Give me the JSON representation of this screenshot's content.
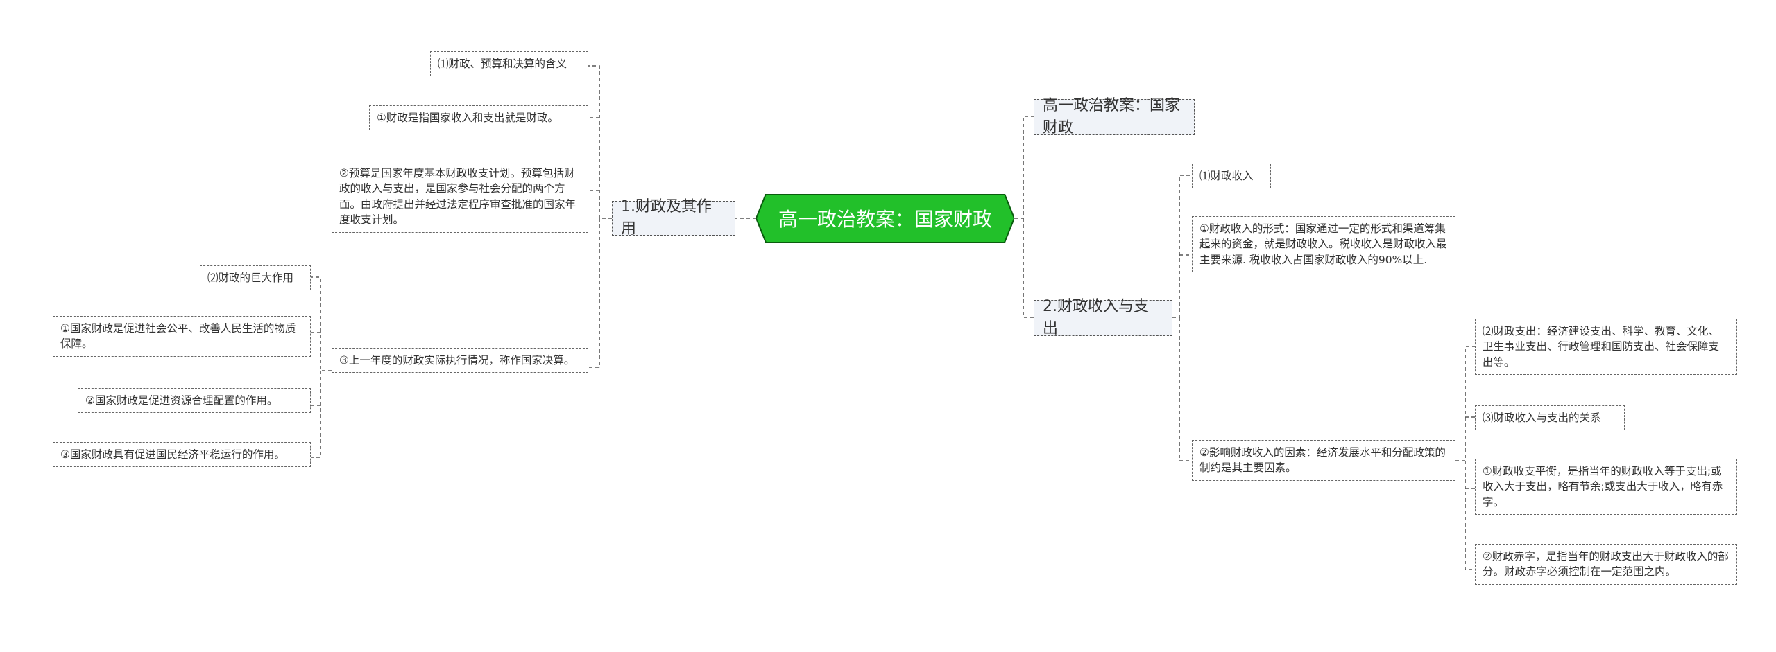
{
  "root": {
    "label": "高一政治教案：国家财政",
    "color": "#22c02a"
  },
  "left": {
    "branch1": {
      "label": "1.财政及其作用",
      "items": {
        "a": "⑴财政、预算和决算的含义",
        "b": "①财政是指国家收入和支出就是财政。",
        "c": "②预算是国家年度基本财政收支计划。预算包括财政的收入与支出，是国家参与社会分配的两个方面。由政府提出并经过法定程序审查批准的国家年度收支计划。",
        "d": "③上一年度的财政实际执行情况，称作国家决算。",
        "e": "⑵财政的巨大作用",
        "e_children": {
          "e1": "①国家财政是促进社会公平、改善人民生活的物质保障。",
          "e2": "②国家财政是促进资源合理配置的作用。",
          "e3": "③国家财政具有促进国民经济平稳运行的作用。"
        }
      }
    }
  },
  "right": {
    "branch0": {
      "label": "高一政治教案：国家财政"
    },
    "branch2": {
      "label": "2.财政收入与支出",
      "items": {
        "a": "⑴财政收入",
        "b": "①财政收入的形式：国家通过一定的形式和渠道筹集起来的资金，就是财政收入。税收收入是财政收入最主要来源. 税收收入占国家财政收入的90%以上.",
        "c": "②影响财政收入的因素：经济发展水平和分配政策的制约是其主要因素。",
        "c_children": {
          "c1": "⑵财政支出：经济建设支出、科学、教育、文化、卫生事业支出、行政管理和国防支出、社会保障支出等。",
          "c2": "⑶财政收入与支出的关系",
          "c3": "①财政收支平衡，是指当年的财政收入等于支出;或收入大于支出，略有节余;或支出大于收入，略有赤字。",
          "c4": "②财政赤字，是指当年的财政支出大于财政收入的部分。财政赤字必须控制在一定范围之内。"
        }
      }
    }
  }
}
